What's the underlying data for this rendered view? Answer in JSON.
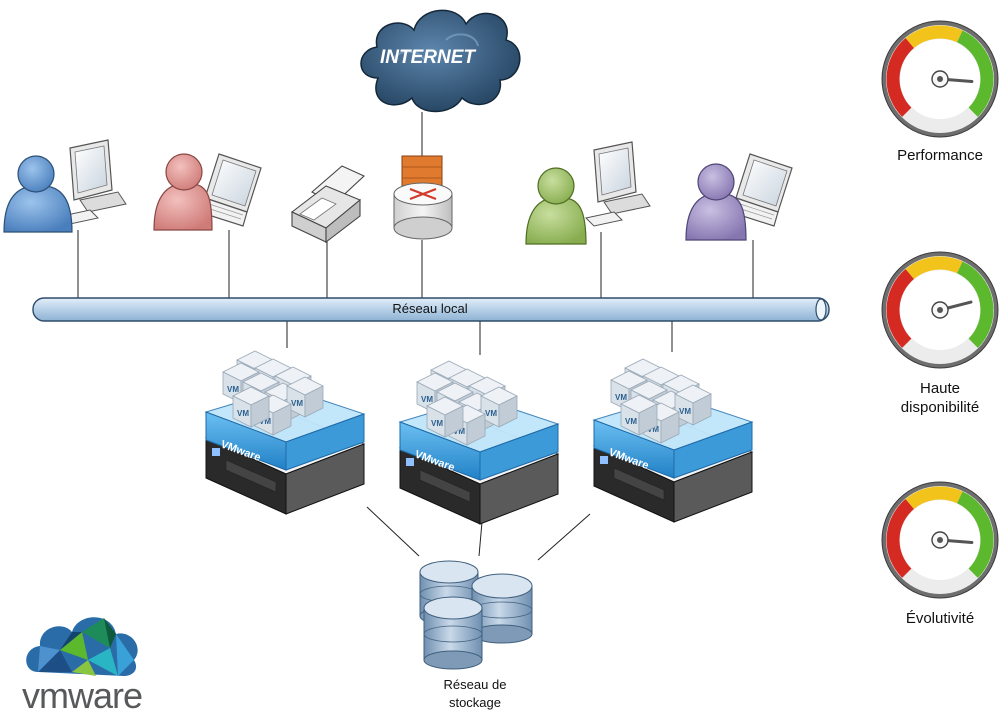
{
  "internet_label": "INTERNET",
  "lan_label": "Réseau local",
  "storage_label_line1": "Réseau de",
  "storage_label_line2": "stockage",
  "vm_label": "VM",
  "hypervisor_label": "VMware",
  "logo_text": "vmware",
  "gauges": [
    {
      "label_line1": "Performance",
      "label_line2": "",
      "level": 0.85
    },
    {
      "label_line1": "Haute",
      "label_line2": "disponibilité",
      "level": 0.78
    },
    {
      "label_line1": "Évolutivité",
      "label_line2": "",
      "level": 0.85
    }
  ],
  "colors": {
    "lan_pipe": "#b8d2ea",
    "cloud": "#2f5677",
    "user_blue": "#5b8fc9",
    "user_pink": "#dc8f8c",
    "user_green": "#97bc62",
    "user_purple": "#9a8ac0",
    "router_orange": "#e07a2e",
    "vmware_band": "#2f91d4",
    "gauge_red": "#d42a22",
    "gauge_yellow": "#f2c31b",
    "gauge_green": "#5cb82c"
  }
}
